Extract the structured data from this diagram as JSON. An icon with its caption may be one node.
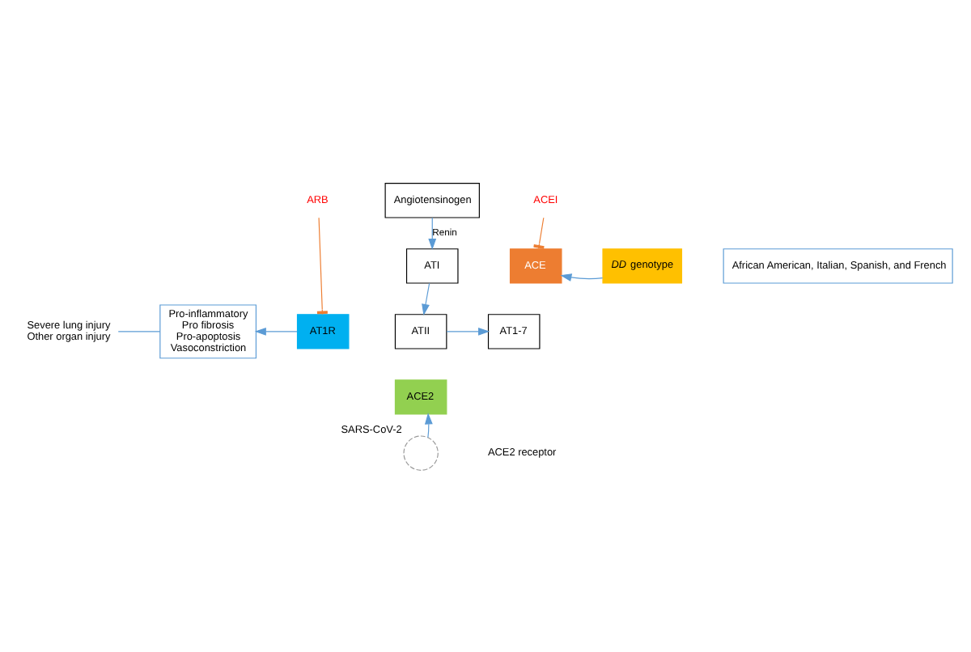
{
  "diagram": {
    "nodes": [
      {
        "text": [
          "Angiotensinogen"
        ]
      },
      {
        "text": [
          "ATI"
        ]
      },
      {
        "text": [
          "ATII"
        ]
      },
      {
        "text": [
          "AT1-7"
        ]
      },
      {
        "text": [
          "ACE"
        ]
      },
      {
        "text": [
          "AT1R"
        ]
      },
      {
        "text": [
          "ACE2"
        ]
      },
      {
        "text": [
          "*DD* genotype"
        ]
      },
      {
        "text": [
          "ARB"
        ]
      },
      {
        "text": [
          "ACEI"
        ]
      },
      {
        "text": [
          "Pro-inflammatory",
          "Pro fibrosis",
          "Pro-apoptosis",
          "Vasoconstriction"
        ]
      },
      {
        "text": [
          "Severe lung injury",
          "Other organ injury"
        ]
      },
      {
        "text": [
          "African American, Italian, Spanish, and French"
        ]
      },
      {
        "text": [],
        "shape": "circle",
        "beside": [
          "SARS-CoV-2"
        ]
      }
    ],
    "edges": [
      {
        "from": 0,
        "to": 1,
        "arrow": "to",
        "label": "Renin"
      },
      {
        "from": 1,
        "to": 2,
        "arrow": "to"
      },
      {
        "from": 2,
        "to": 3,
        "arrow": "to"
      },
      {
        "from": 7,
        "to": 4,
        "arrow": "to"
      },
      {
        "from": 8,
        "to": 5,
        "arrow": "other",
        "color": "#ed7d31"
      },
      {
        "from": 9,
        "to": 4,
        "arrow": "other",
        "color": "#ed7d31"
      },
      {
        "from": 5,
        "to": 10,
        "arrow": "to"
      },
      {
        "from": 10,
        "to": 11,
        "arrow": "none"
      },
      {
        "from": 13,
        "to": 6,
        "arrow": "to"
      }
    ],
    "labels": [
      "ACE2 receptor"
    ]
  }
}
